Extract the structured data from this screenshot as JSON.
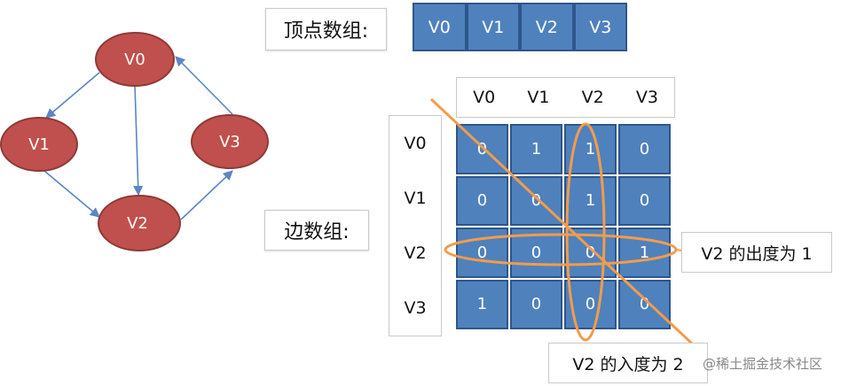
{
  "labels": {
    "vertex_array": "顶点数组:",
    "edge_array": "边数组:",
    "out_degree": "V2 的出度为 1",
    "in_degree": "V2 的入度为 2"
  },
  "vertices": [
    "V0",
    "V1",
    "V2",
    "V3"
  ],
  "matrix": {
    "col_headers": [
      "V0",
      "V1",
      "V2",
      "V3"
    ],
    "row_headers": [
      "V0",
      "V1",
      "V2",
      "V3"
    ],
    "rows": [
      [
        "0",
        "1",
        "1",
        "0"
      ],
      [
        "0",
        "0",
        "1",
        "0"
      ],
      [
        "0",
        "0",
        "0",
        "1"
      ],
      [
        "1",
        "0",
        "0",
        "0"
      ]
    ]
  },
  "graph": {
    "nodes": [
      "V0",
      "V1",
      "V2",
      "V3"
    ]
  },
  "colors": {
    "cell_fill": "#4f81bd",
    "node_fill": "#c0504d",
    "highlight": "#f39c4a",
    "edge": "#5b86c5"
  },
  "watermark": "@稀土掘金技术社区"
}
